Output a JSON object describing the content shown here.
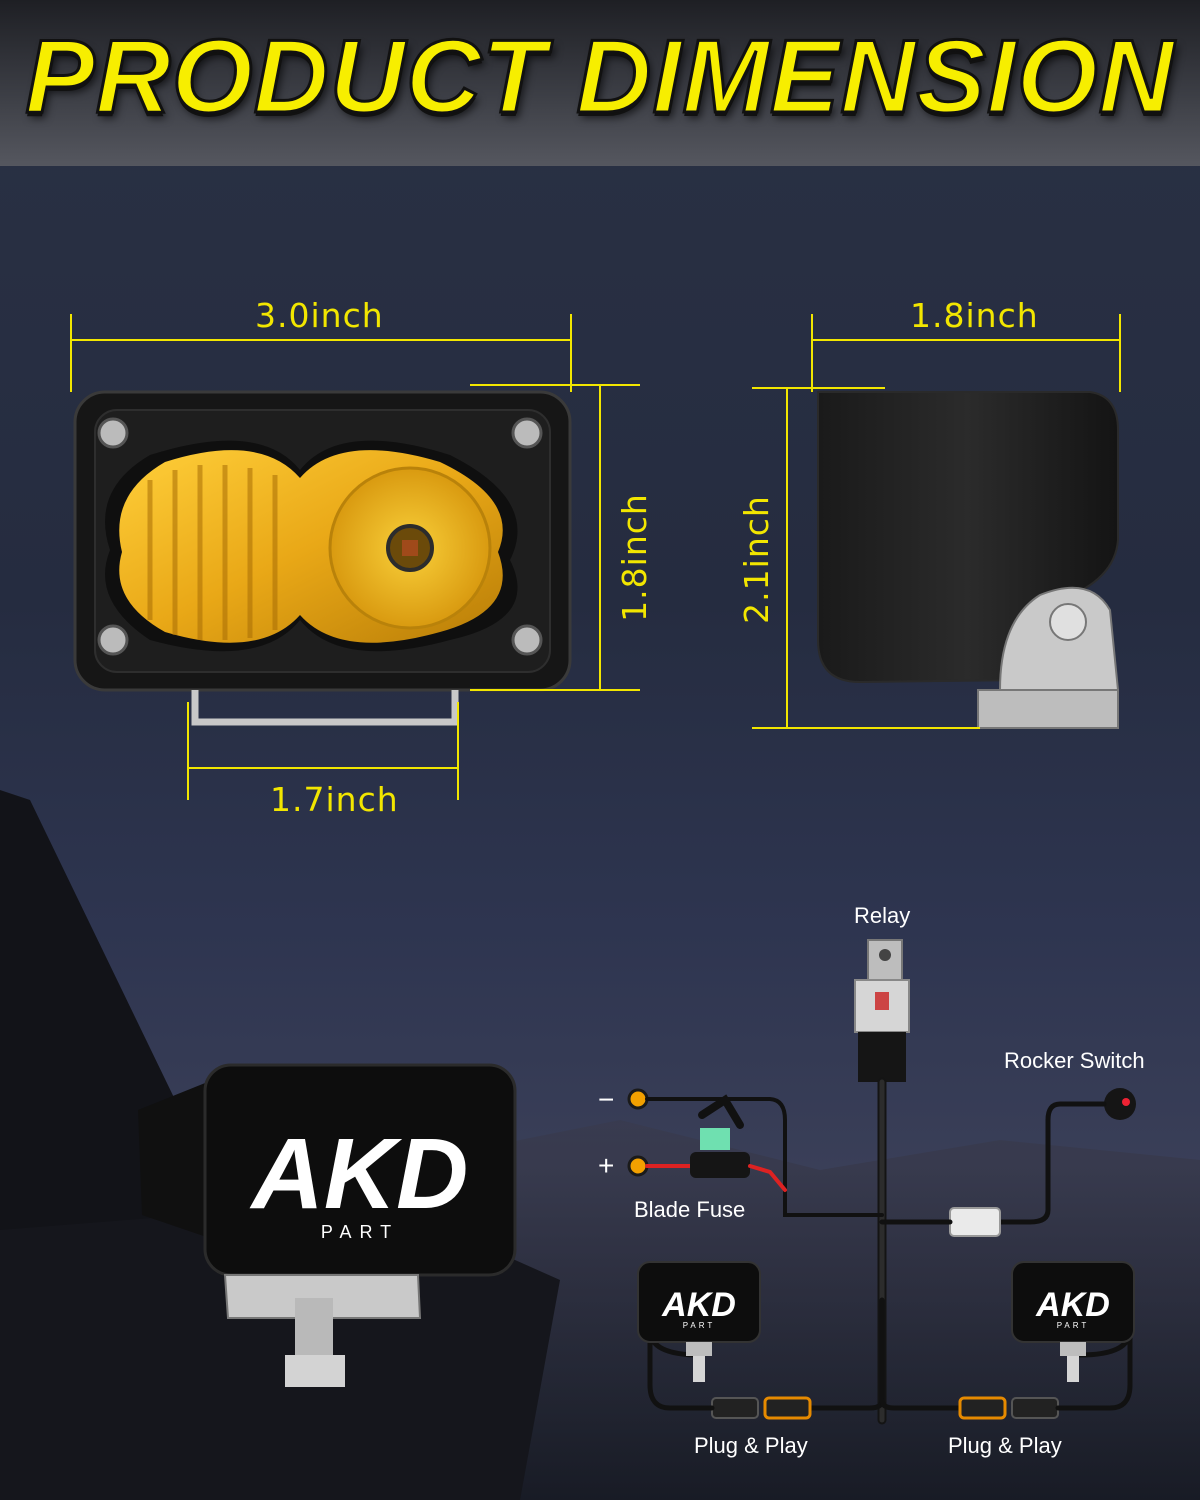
{
  "title": "PRODUCT DIMENSION",
  "dimensions": {
    "front_width": "3.0inch",
    "front_height": "1.8inch",
    "bracket_width": "1.7inch",
    "side_depth": "1.8inch",
    "side_height": "2.1inch"
  },
  "wiring": {
    "relay": "Relay",
    "rocker_switch": "Rocker Switch",
    "negative": "−",
    "positive": "+",
    "blade_fuse": "Blade Fuse",
    "plug_left": "Plug & Play",
    "plug_right": "Plug & Play"
  },
  "brand": {
    "logo": "AKD",
    "sub": "PART"
  },
  "colors": {
    "accent": "#f2e600",
    "amber_lens": "#e9a817",
    "housing": "#1a1a1a"
  }
}
